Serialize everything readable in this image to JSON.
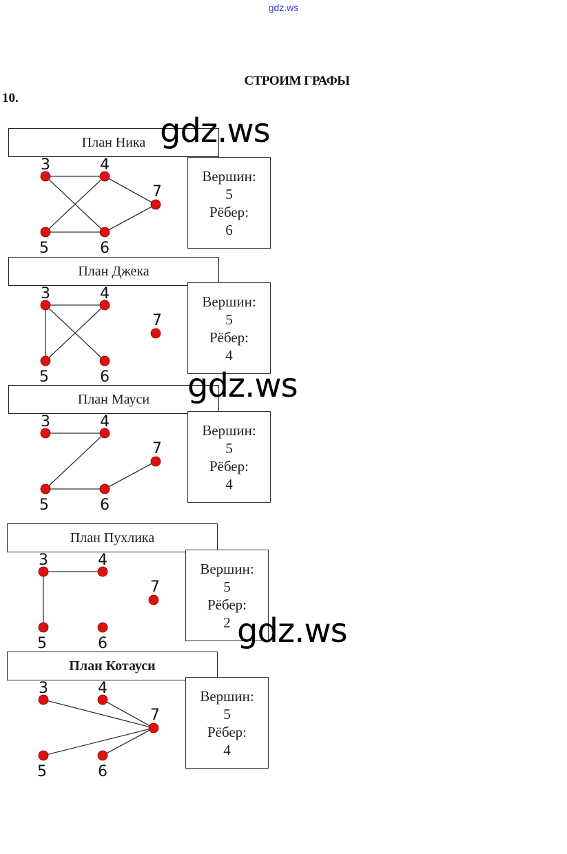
{
  "watermark_top": "gdz.ws",
  "watermark_big": "gdz.ws",
  "title": "СТРОИМ ГРАФЫ",
  "task_number": "10.",
  "colors": {
    "node": "#dd1111",
    "node_faded": "#e86a6a",
    "edge": "#333333",
    "plan_border": "#222222"
  },
  "labels": {
    "vertices": "Вершин:",
    "edges": "Рёбер:"
  },
  "plans": [
    {
      "name": "План Ника",
      "vertices_count": "5",
      "edges_count": "6",
      "nodes": [
        "3",
        "4",
        "5",
        "6",
        "7"
      ],
      "edges": [
        [
          "3",
          "4"
        ],
        [
          "3",
          "6"
        ],
        [
          "4",
          "5"
        ],
        [
          "4",
          "7"
        ],
        [
          "5",
          "6"
        ],
        [
          "6",
          "7"
        ]
      ]
    },
    {
      "name": "План Джека",
      "vertices_count": "5",
      "edges_count": "4",
      "nodes": [
        "3",
        "4",
        "5",
        "6",
        "7"
      ],
      "edges": [
        [
          "3",
          "4"
        ],
        [
          "3",
          "5"
        ],
        [
          "3",
          "6"
        ],
        [
          "4",
          "5"
        ]
      ]
    },
    {
      "name": "План Мауси",
      "vertices_count": "5",
      "edges_count": "4",
      "nodes": [
        "3",
        "4",
        "5",
        "6",
        "7"
      ],
      "edges": [
        [
          "3",
          "4"
        ],
        [
          "4",
          "5"
        ],
        [
          "5",
          "6"
        ],
        [
          "6",
          "7"
        ]
      ]
    },
    {
      "name": "План Пухлика",
      "vertices_count": "5",
      "edges_count": "2",
      "nodes": [
        "3",
        "4",
        "5",
        "6",
        "7"
      ],
      "edges": [
        [
          "3",
          "4"
        ],
        [
          "3",
          "5"
        ]
      ]
    },
    {
      "name": "План Котауси",
      "vertices_count": "5",
      "edges_count": "4",
      "nodes": [
        "3",
        "4",
        "5",
        "6",
        "7"
      ],
      "edges": [
        [
          "3",
          "7"
        ],
        [
          "4",
          "7"
        ],
        [
          "5",
          "7"
        ],
        [
          "6",
          "7"
        ]
      ]
    }
  ]
}
